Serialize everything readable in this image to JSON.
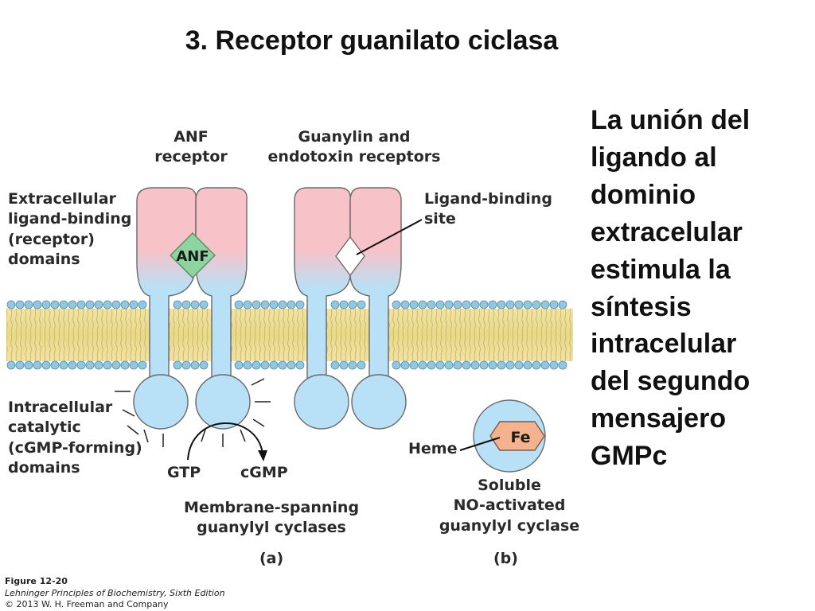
{
  "slide": {
    "title": "3. Receptor guanilato ciclasa",
    "side_text": [
      "La unión del",
      "ligando al",
      "dominio",
      "extracelular",
      "estimula la",
      "síntesis",
      "intracelular",
      "del segundo",
      "mensajero",
      "GMPc"
    ]
  },
  "figure": {
    "anf_receptor_label": [
      "ANF",
      "receptor"
    ],
    "guanylin_label": [
      "Guanylin and",
      "endotoxin receptors"
    ],
    "extracellular_label": [
      "Extracellular",
      "ligand-binding",
      "(receptor)",
      "domains"
    ],
    "ligand_binding_site_label": [
      "Ligand-binding",
      "site"
    ],
    "anf_ligand": "ANF",
    "intracellular_label": [
      "Intracellular",
      "catalytic",
      "(cGMP-forming)",
      "domains"
    ],
    "gtp_label": "GTP",
    "cgmp_label": "cGMP",
    "heme_label": "Heme",
    "fe_label": "Fe",
    "membrane_caption": [
      "Membrane-spanning",
      "guanylyl cyclases"
    ],
    "soluble_caption": [
      "Soluble",
      "NO-activated",
      "guanylyl cyclase"
    ],
    "panel_a": "(a)",
    "panel_b": "(b)"
  },
  "credits": {
    "figure_number": "Figure 12-20",
    "book": "Lehninger Principles of Biochemistry, Sixth Edition",
    "copyright": "© 2013 W. H. Freeman and Company"
  },
  "colors": {
    "receptor_pink": "#f7c3c8",
    "catalytic_blue": "#b8e0f6",
    "anf_green": "#8ed4a0",
    "fe_salmon": "#f5b28e",
    "membrane_yellow": "#f2e4a0",
    "lipid_head_blue": "#8fc8e2"
  }
}
